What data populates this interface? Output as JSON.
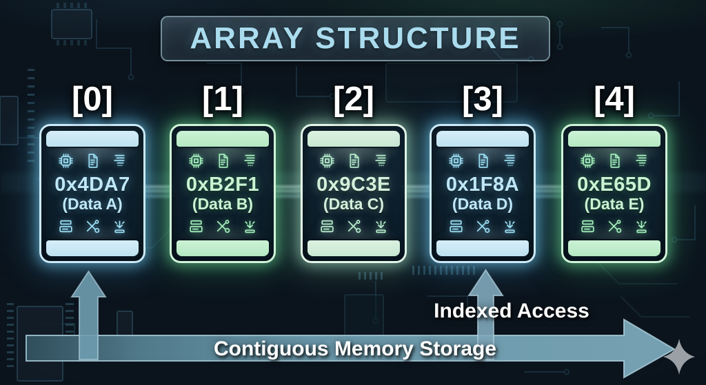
{
  "title": "ARRAY STRUCTURE",
  "cells": [
    {
      "index": "[0]",
      "address": "0x4DA7",
      "label": "(Data A)",
      "theme": "blue"
    },
    {
      "index": "[1]",
      "address": "0xB2F1",
      "label": "(Data B)",
      "theme": "green"
    },
    {
      "index": "[2]",
      "address": "0x9C3E",
      "label": "(Data C)",
      "theme": "mint"
    },
    {
      "index": "[3]",
      "address": "0x1F8A",
      "label": "(Data D)",
      "theme": "blue"
    },
    {
      "index": "[4]",
      "address": "0xE65D",
      "label": "(Data E)",
      "theme": "green"
    }
  ],
  "cell_icons": {
    "top": [
      "chip-icon",
      "document-icon",
      "text-lines-icon"
    ],
    "bottom": [
      "server-icon",
      "scissors-icon",
      "download-icon"
    ]
  },
  "annotations": {
    "indexed_access": "Indexed Access",
    "contiguous_memory": "Contiguous Memory Storage"
  },
  "colors": {
    "background": "#0b141d",
    "title_text": "#aadcee",
    "cell_blue": "#bfe1f0",
    "cell_green": "#b5e8c2",
    "cell_mint": "#c8e7d1",
    "arrow": "#74a3b5",
    "index_label": "#ffffff",
    "star": "#9aa0a5"
  }
}
